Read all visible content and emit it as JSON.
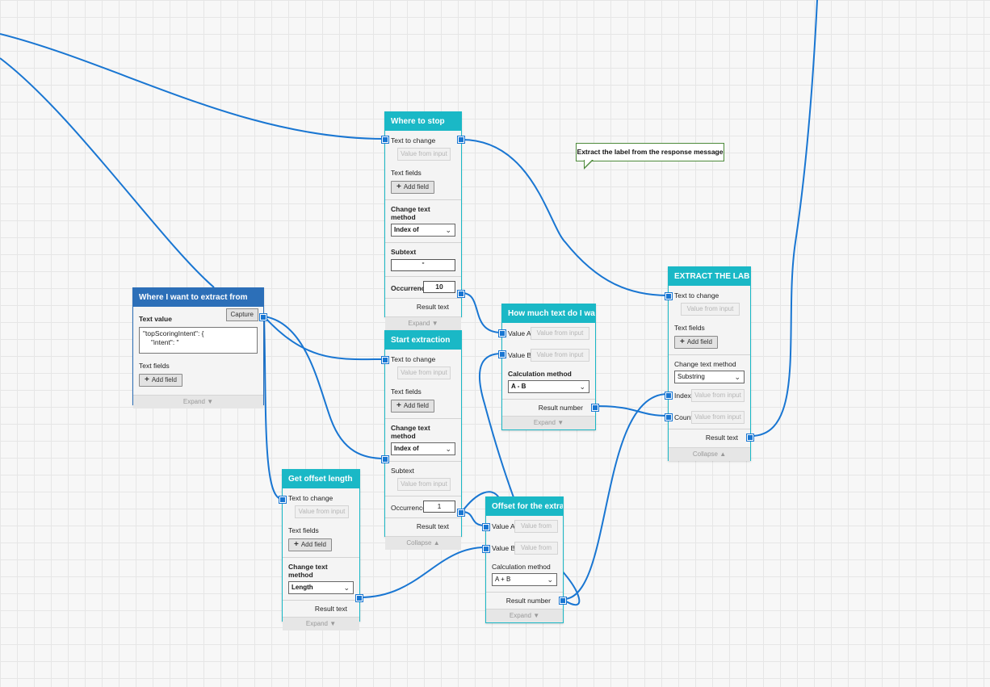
{
  "comment": "Extract the label from the response message",
  "nodes": {
    "where_to_stop": {
      "title": "Where to stop",
      "text_to_change": "Text to change",
      "text_to_change_placeholder": "Value from input",
      "text_fields": "Text fields",
      "add_field": "Add field",
      "method_label": "Change text method",
      "method_value": "Index of",
      "subtext_label": "Subtext",
      "subtext_value": "\"",
      "occurrence_label": "Occurrence",
      "occurrence_value": "10",
      "result": "Result text",
      "footer": "Expand"
    },
    "extract_from": {
      "title": "Where I want to extract from",
      "text_value_label": "Text value",
      "capture": "Capture",
      "text_value_line1": "\"topScoringIntent\": {",
      "text_value_line2": "\"intent\": \"",
      "text_fields": "Text fields",
      "add_field": "Add field",
      "footer": "Expand"
    },
    "start_extraction": {
      "title": "Start extraction",
      "text_to_change": "Text to change",
      "text_to_change_placeholder": "Value from input",
      "text_fields": "Text fields",
      "add_field": "Add field",
      "method_label": "Change text method",
      "method_value": "Index of",
      "subtext_label": "Subtext",
      "subtext_placeholder": "Value from input",
      "occurrence_label": "Occurrence",
      "occurrence_value": "1",
      "result": "Result text",
      "footer": "Collapse"
    },
    "how_much": {
      "title": "How much text do I want",
      "value_a": "Value A",
      "value_b": "Value B",
      "placeholder": "Value from input",
      "calc_label": "Calculation method",
      "calc_value": "A - B",
      "result": "Result number",
      "footer": "Expand"
    },
    "offset_length": {
      "title": "Get offset length",
      "text_to_change": "Text to change",
      "text_to_change_placeholder": "Value from input",
      "text_fields": "Text fields",
      "add_field": "Add field",
      "method_label": "Change text method",
      "method_value": "Length",
      "result": "Result text",
      "footer": "Expand"
    },
    "offset_extract": {
      "title": "Offset for the extract",
      "value_a": "Value A",
      "value_b": "Value B",
      "placeholder": "Value from inpu",
      "calc_label": "Calculation method",
      "calc_value": "A + B",
      "result": "Result number",
      "footer": "Expand"
    },
    "extract_label": {
      "title": "EXTRACT THE LABEL",
      "text_to_change": "Text to change",
      "text_to_change_placeholder": "Value from input",
      "text_fields": "Text fields",
      "add_field": "Add field",
      "method_label": "Change text method",
      "method_value": "Substring",
      "index_label": "Index",
      "count_label": "Count",
      "placeholder": "Value from input",
      "result": "Result text",
      "footer": "Collapse"
    }
  }
}
